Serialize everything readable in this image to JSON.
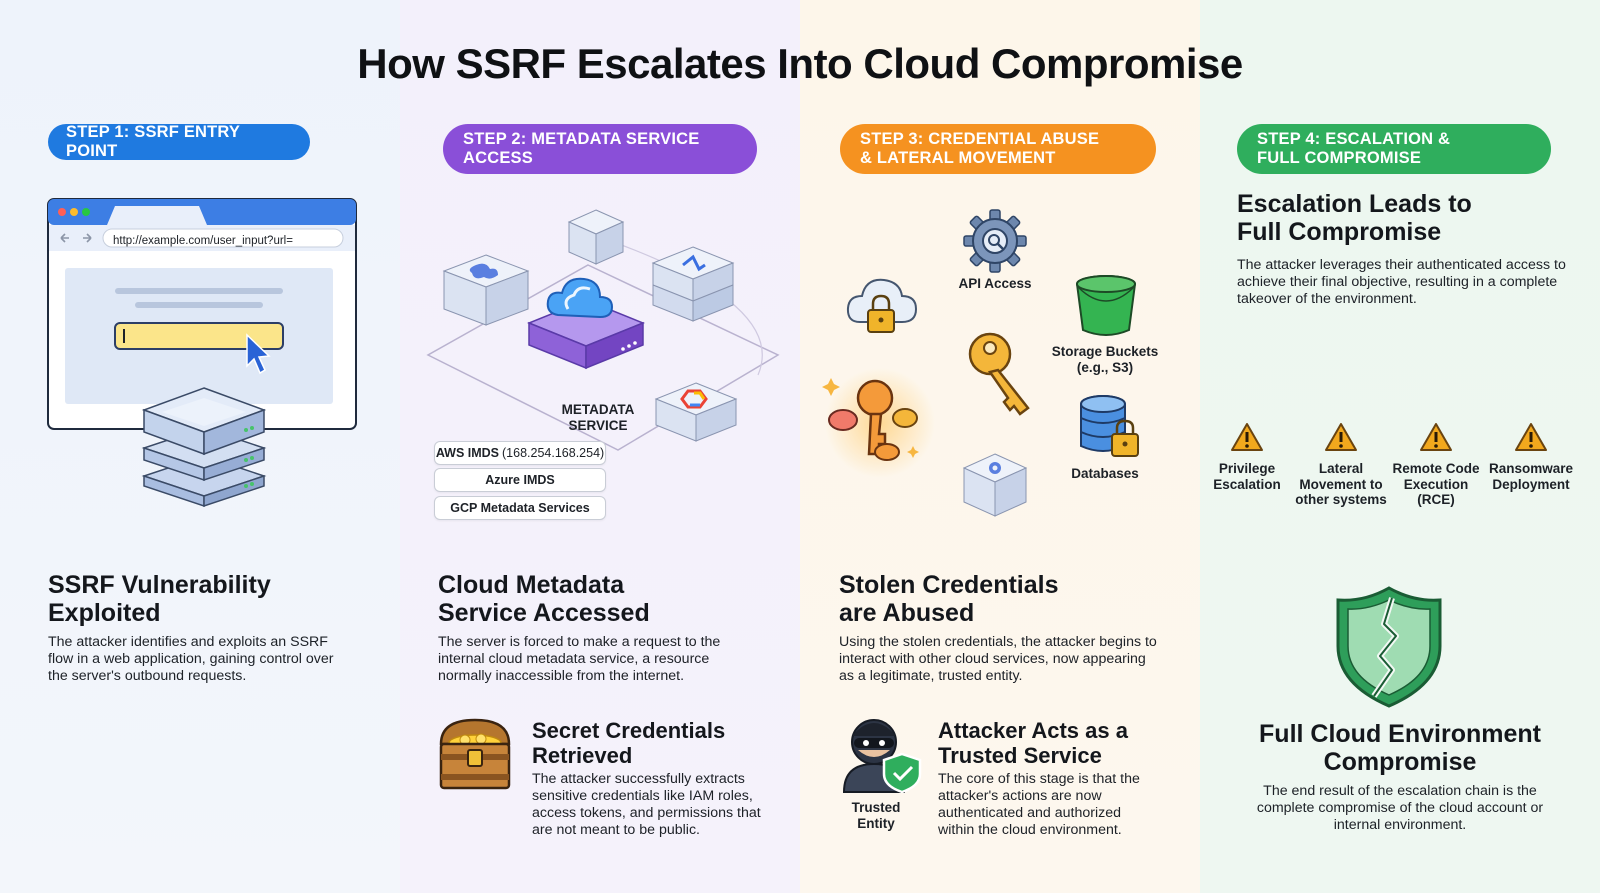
{
  "title": "How SSRF Escalates Into Cloud Compromise",
  "colors": {
    "step1": "#1f7ae0",
    "step2": "#8a4fd8",
    "step3": "#f59220",
    "step4": "#2fae5d",
    "warning": "#f2a81d"
  },
  "step1": {
    "pill_line1": "STEP 1: SSRF ENTRY POINT",
    "browser_url": "http://example.com/user_input?url=",
    "heading_line1": "SSRF Vulnerability",
    "heading_line2": "Exploited",
    "description": "The attacker identifies and exploits an SSRF flow in a web application, gaining control over the server's outbound requests.",
    "icons": [
      "browser-window-icon",
      "cursor-icon",
      "server-stack-icon"
    ]
  },
  "step2": {
    "pill_line1": "STEP 2: METADATA SERVICE",
    "pill_line2": "ACCESS",
    "center_label_line1": "METADATA",
    "center_label_line2": "SERVICE",
    "chips": [
      {
        "name": "AWS IMDS",
        "detail": "(168.254.168.254)"
      },
      {
        "name": "Azure IMDS",
        "detail": ""
      },
      {
        "name": "GCP Metadata Services",
        "detail": ""
      }
    ],
    "heading_line1": "Cloud Metadata",
    "heading_line2": "Service Accessed",
    "description": "The server is forced to make a request to the internal cloud metadata service, a resource normally inaccessible from the internet.",
    "sub_heading_line1": "Secret Credentials",
    "sub_heading_line2": "Retrieved",
    "sub_description": "The attacker successfully extracts sensitive credentials like IAM roles, access tokens, and permissions that are not meant to be public.",
    "icons": [
      "cloud-icon",
      "treasure-chest-icon"
    ]
  },
  "step3": {
    "pill_line1": "STEP 3: CREDENTIAL ABUSE",
    "pill_line2": "& LATERAL MOVEMENT",
    "api_label": "API Access",
    "storage_label_line1": "Storage Buckets",
    "storage_label_line2": "(e.g., S3)",
    "databases_label": "Databases",
    "heading_line1": "Stolen Credentials",
    "heading_line2": "are Abused",
    "description": "Using the stolen credentials, the attacker begins to interact with other cloud services, now appearing as a legitimate, trusted entity.",
    "trusted_label_line1": "Trusted",
    "trusted_label_line2": "Entity",
    "sub_heading_line1": "Attacker Acts as a",
    "sub_heading_line2": "Trusted Service",
    "sub_description": "The core of this stage is that the attacker's actions are now authenticated and authorized within the cloud environment.",
    "icons": [
      "gear-icon",
      "bucket-icon",
      "database-icon",
      "key-icon",
      "cloud-lock-icon",
      "attacker-icon",
      "shield-check-icon"
    ]
  },
  "step4": {
    "pill_line1": "STEP 4: ESCALATION &",
    "pill_line2": "FULL COMPROMISE",
    "heading_line1": "Escalation Leads to",
    "heading_line2": "Full Compromise",
    "description": "The attacker leverages their authenticated access to achieve their final objective, resulting in a complete takeover of the environment.",
    "outcomes": [
      {
        "line1": "Privilege",
        "line2": "Escalation",
        "line3": ""
      },
      {
        "line1": "Lateral",
        "line2": "Movement to",
        "line3": "other systems"
      },
      {
        "line1": "Remote Code",
        "line2": "Execution",
        "line3": "(RCE)"
      },
      {
        "line1": "Ransomware",
        "line2": "Deployment",
        "line3": ""
      }
    ],
    "final_heading_line1": "Full Cloud Environment",
    "final_heading_line2": "Compromise",
    "final_description": "The end result of the escalation chain is the complete compromise of the cloud account or internal environment.",
    "icons": [
      "warning-icon",
      "broken-shield-icon"
    ]
  }
}
